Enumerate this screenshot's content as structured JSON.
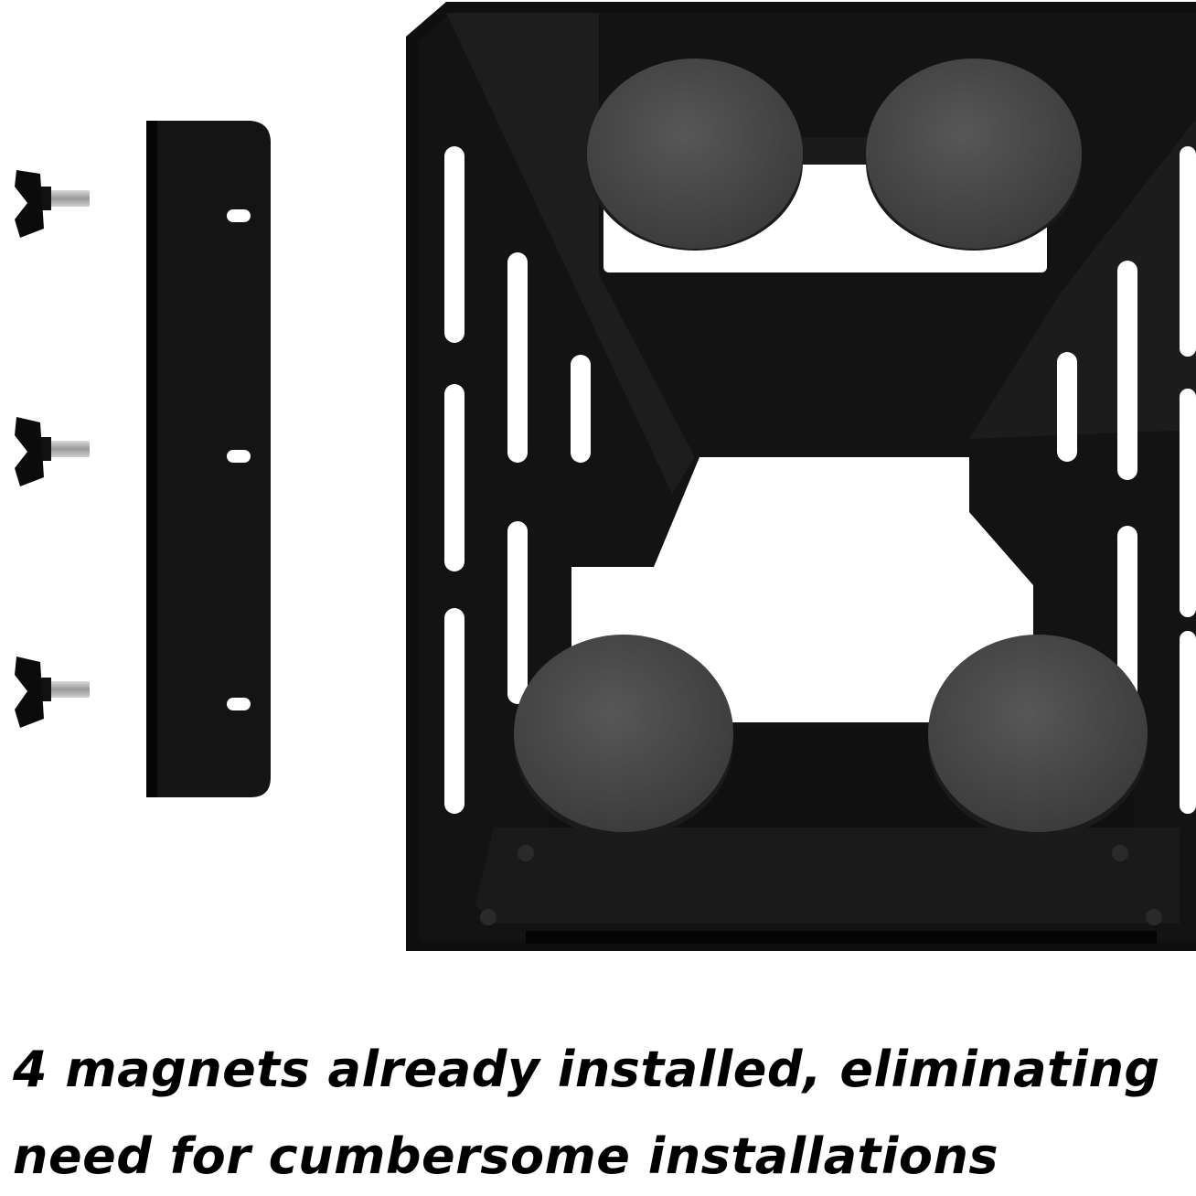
{
  "caption": {
    "line1": "4 magnets already installed, eliminating",
    "line2": "need for cumbersome installations"
  },
  "colors": {
    "background": "#ffffff",
    "metal": "#0d0d0d",
    "metal_highlight": "#222222",
    "magnet": "#4a4a4a",
    "screw_thread": "#b5b5b5",
    "text": "#000000"
  },
  "product": {
    "magnet_count": 4,
    "thumb_screw_count": 3
  }
}
